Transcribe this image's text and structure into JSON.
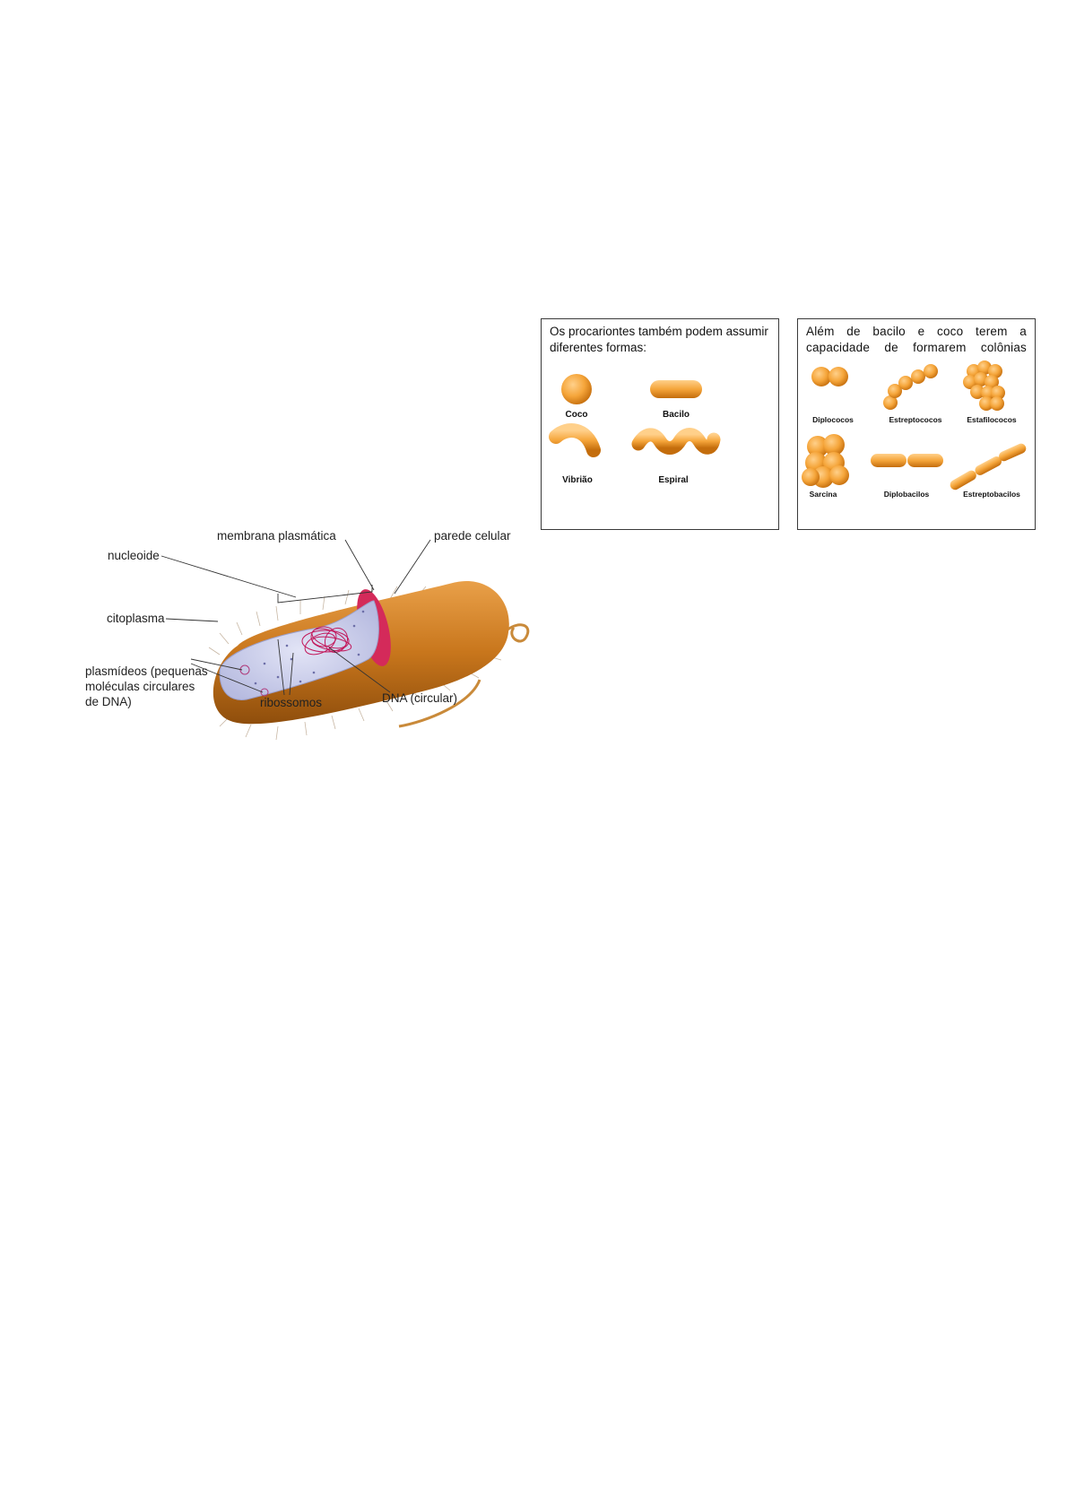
{
  "forms_box": {
    "intro": "Os procariontes também podem assumir diferentes formas:",
    "shapes": [
      "Coco",
      "Bacilo",
      "Vibrião",
      "Espiral"
    ]
  },
  "colonies_box": {
    "intro": "Além de bacilo e coco terem a capacidade de formarem colônias",
    "shapes": [
      "Diplococos",
      "Estreptococos",
      "Estafilococos",
      "Sarcina",
      "Diplobacilos",
      "Estreptobacilos"
    ]
  },
  "cell_diagram": {
    "labels": {
      "membrana": "membrana plasmática",
      "parede": "parede celular",
      "nucleoide": "nucleoide",
      "citoplasma": "citoplasma",
      "plasmideos_1": "plasmídeos (pequenas",
      "plasmideos_2": "moléculas circulares",
      "plasmideos_3": "de DNA)",
      "ribossomos": "ribossomos",
      "dna": "DNA (circular)"
    }
  },
  "colors": {
    "bacteria_fill": "#f5a53a",
    "bacteria_shade": "#d47a12",
    "cell_wall": "#c8761c",
    "membrane": "#d42a5a",
    "cytoplasm": "#c8cbe8"
  }
}
